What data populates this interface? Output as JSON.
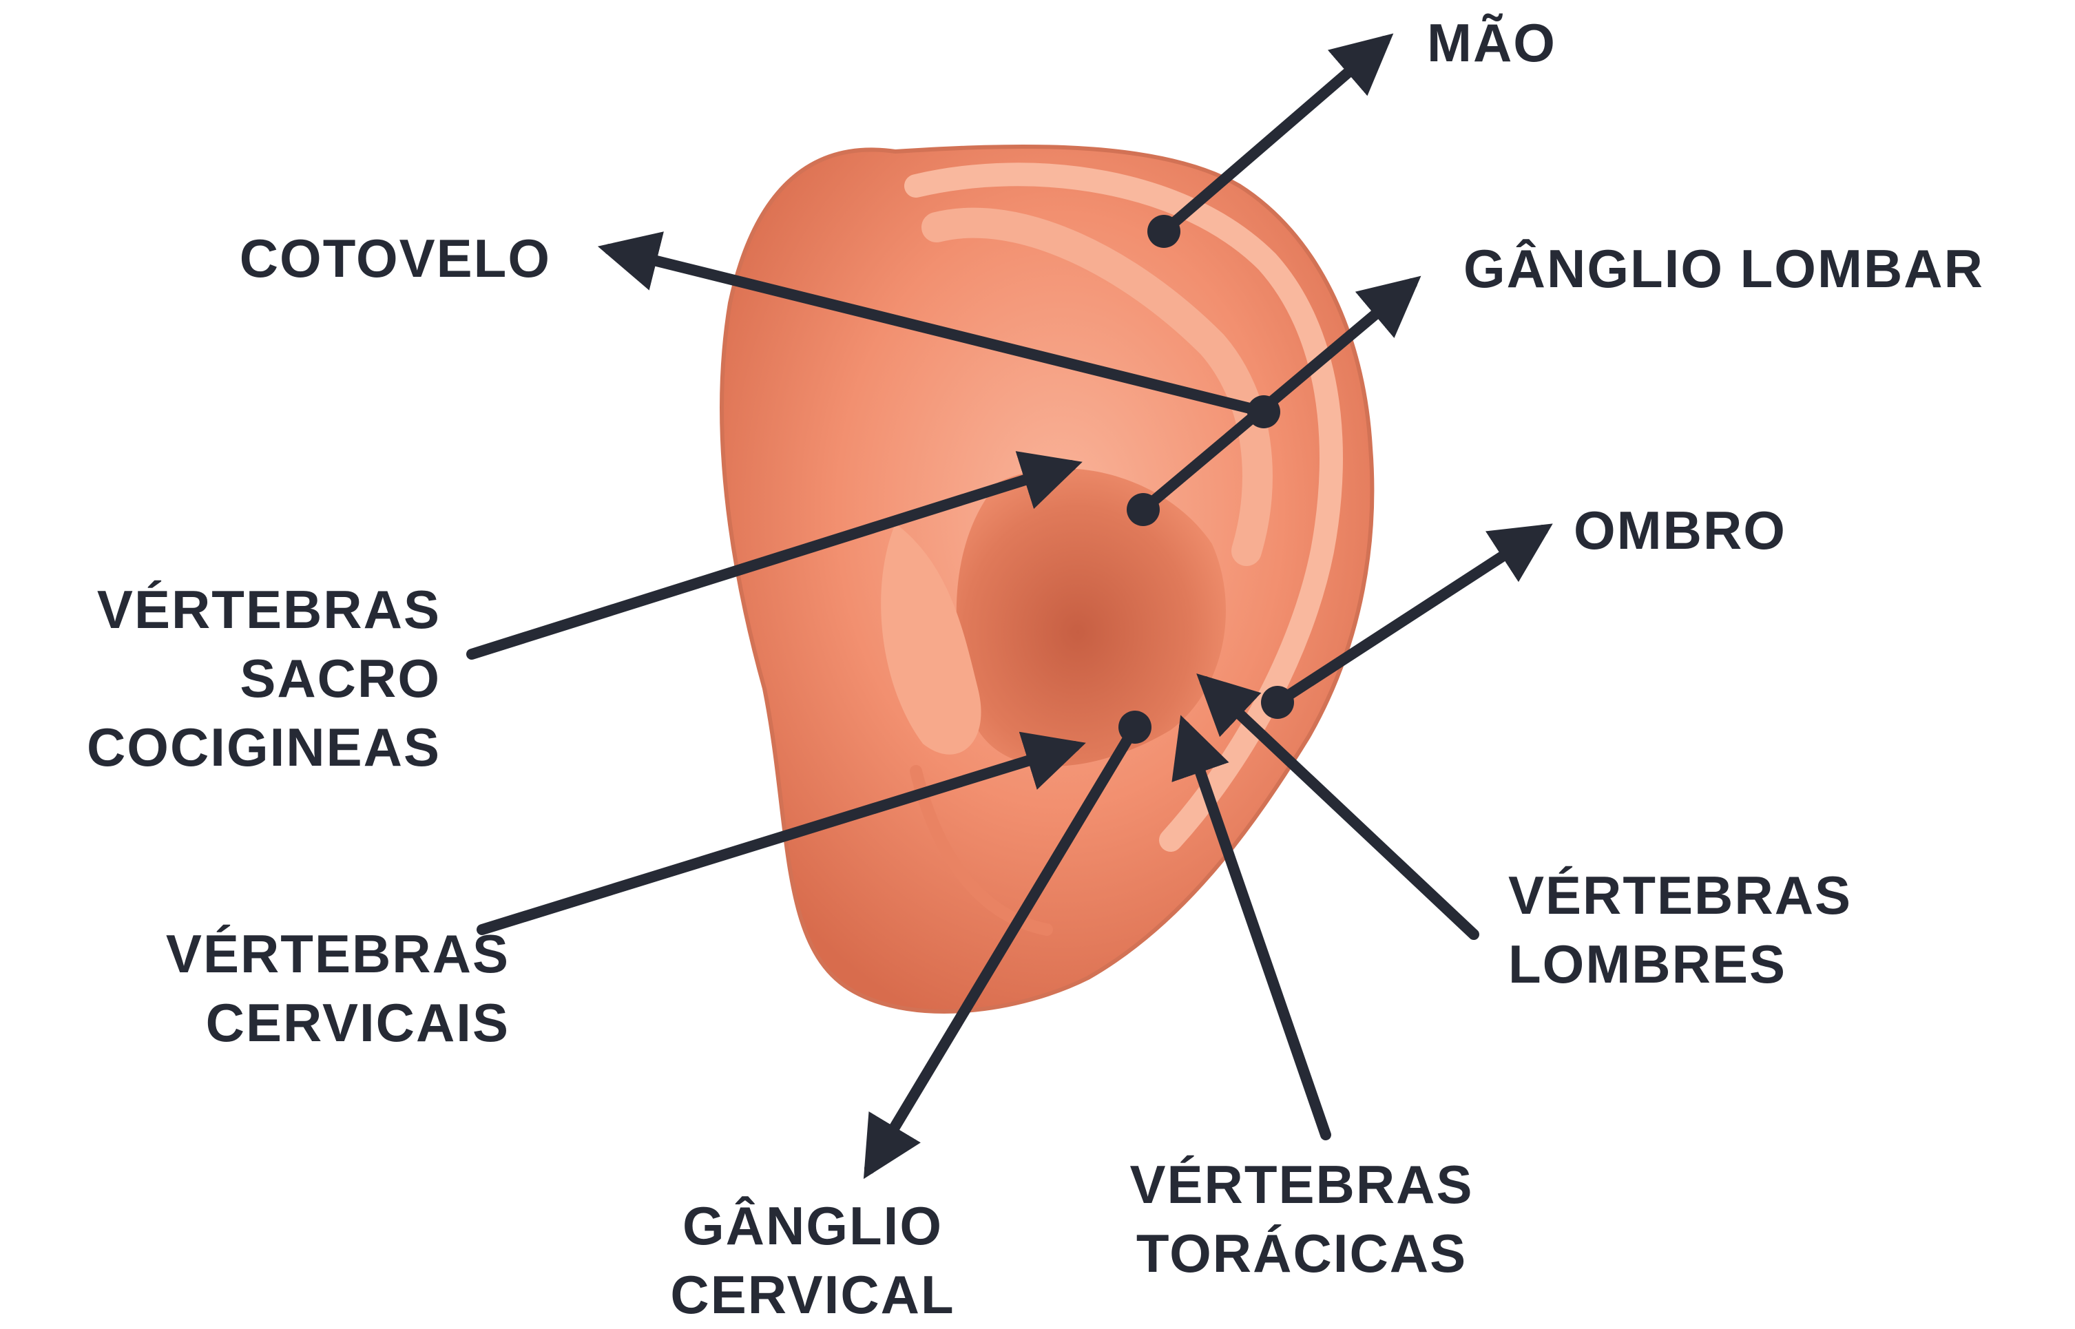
{
  "colors": {
    "ink": "#262a35",
    "skin_light": "#f6a384",
    "skin_mid": "#ef8a68",
    "skin_dark": "#c35a3e",
    "background": "#ffffff"
  },
  "figure": {
    "subject": "ear-photo",
    "labels": {
      "mao": [
        "MÃO"
      ],
      "cotovelo": [
        "COTOVELO"
      ],
      "ganglio_lombar": [
        "GÂNGLIO LOMBAR"
      ],
      "vertebras_sacro": [
        "VÉRTEBRAS",
        "SACRO",
        "COCIGINEAS"
      ],
      "ombro": [
        "OMBRO"
      ],
      "vertebras_cervicais": [
        "VÉRTEBRAS",
        "CERVICAIS"
      ],
      "vertebras_lombres": [
        "VÉRTEBRAS",
        "LOMBRES"
      ],
      "ganglio_cervical": [
        "GÂNGLIO",
        "CERVICAL"
      ],
      "vertebras_toracicas": [
        "VÉRTEBRAS",
        "TORÁCICAS"
      ]
    }
  }
}
